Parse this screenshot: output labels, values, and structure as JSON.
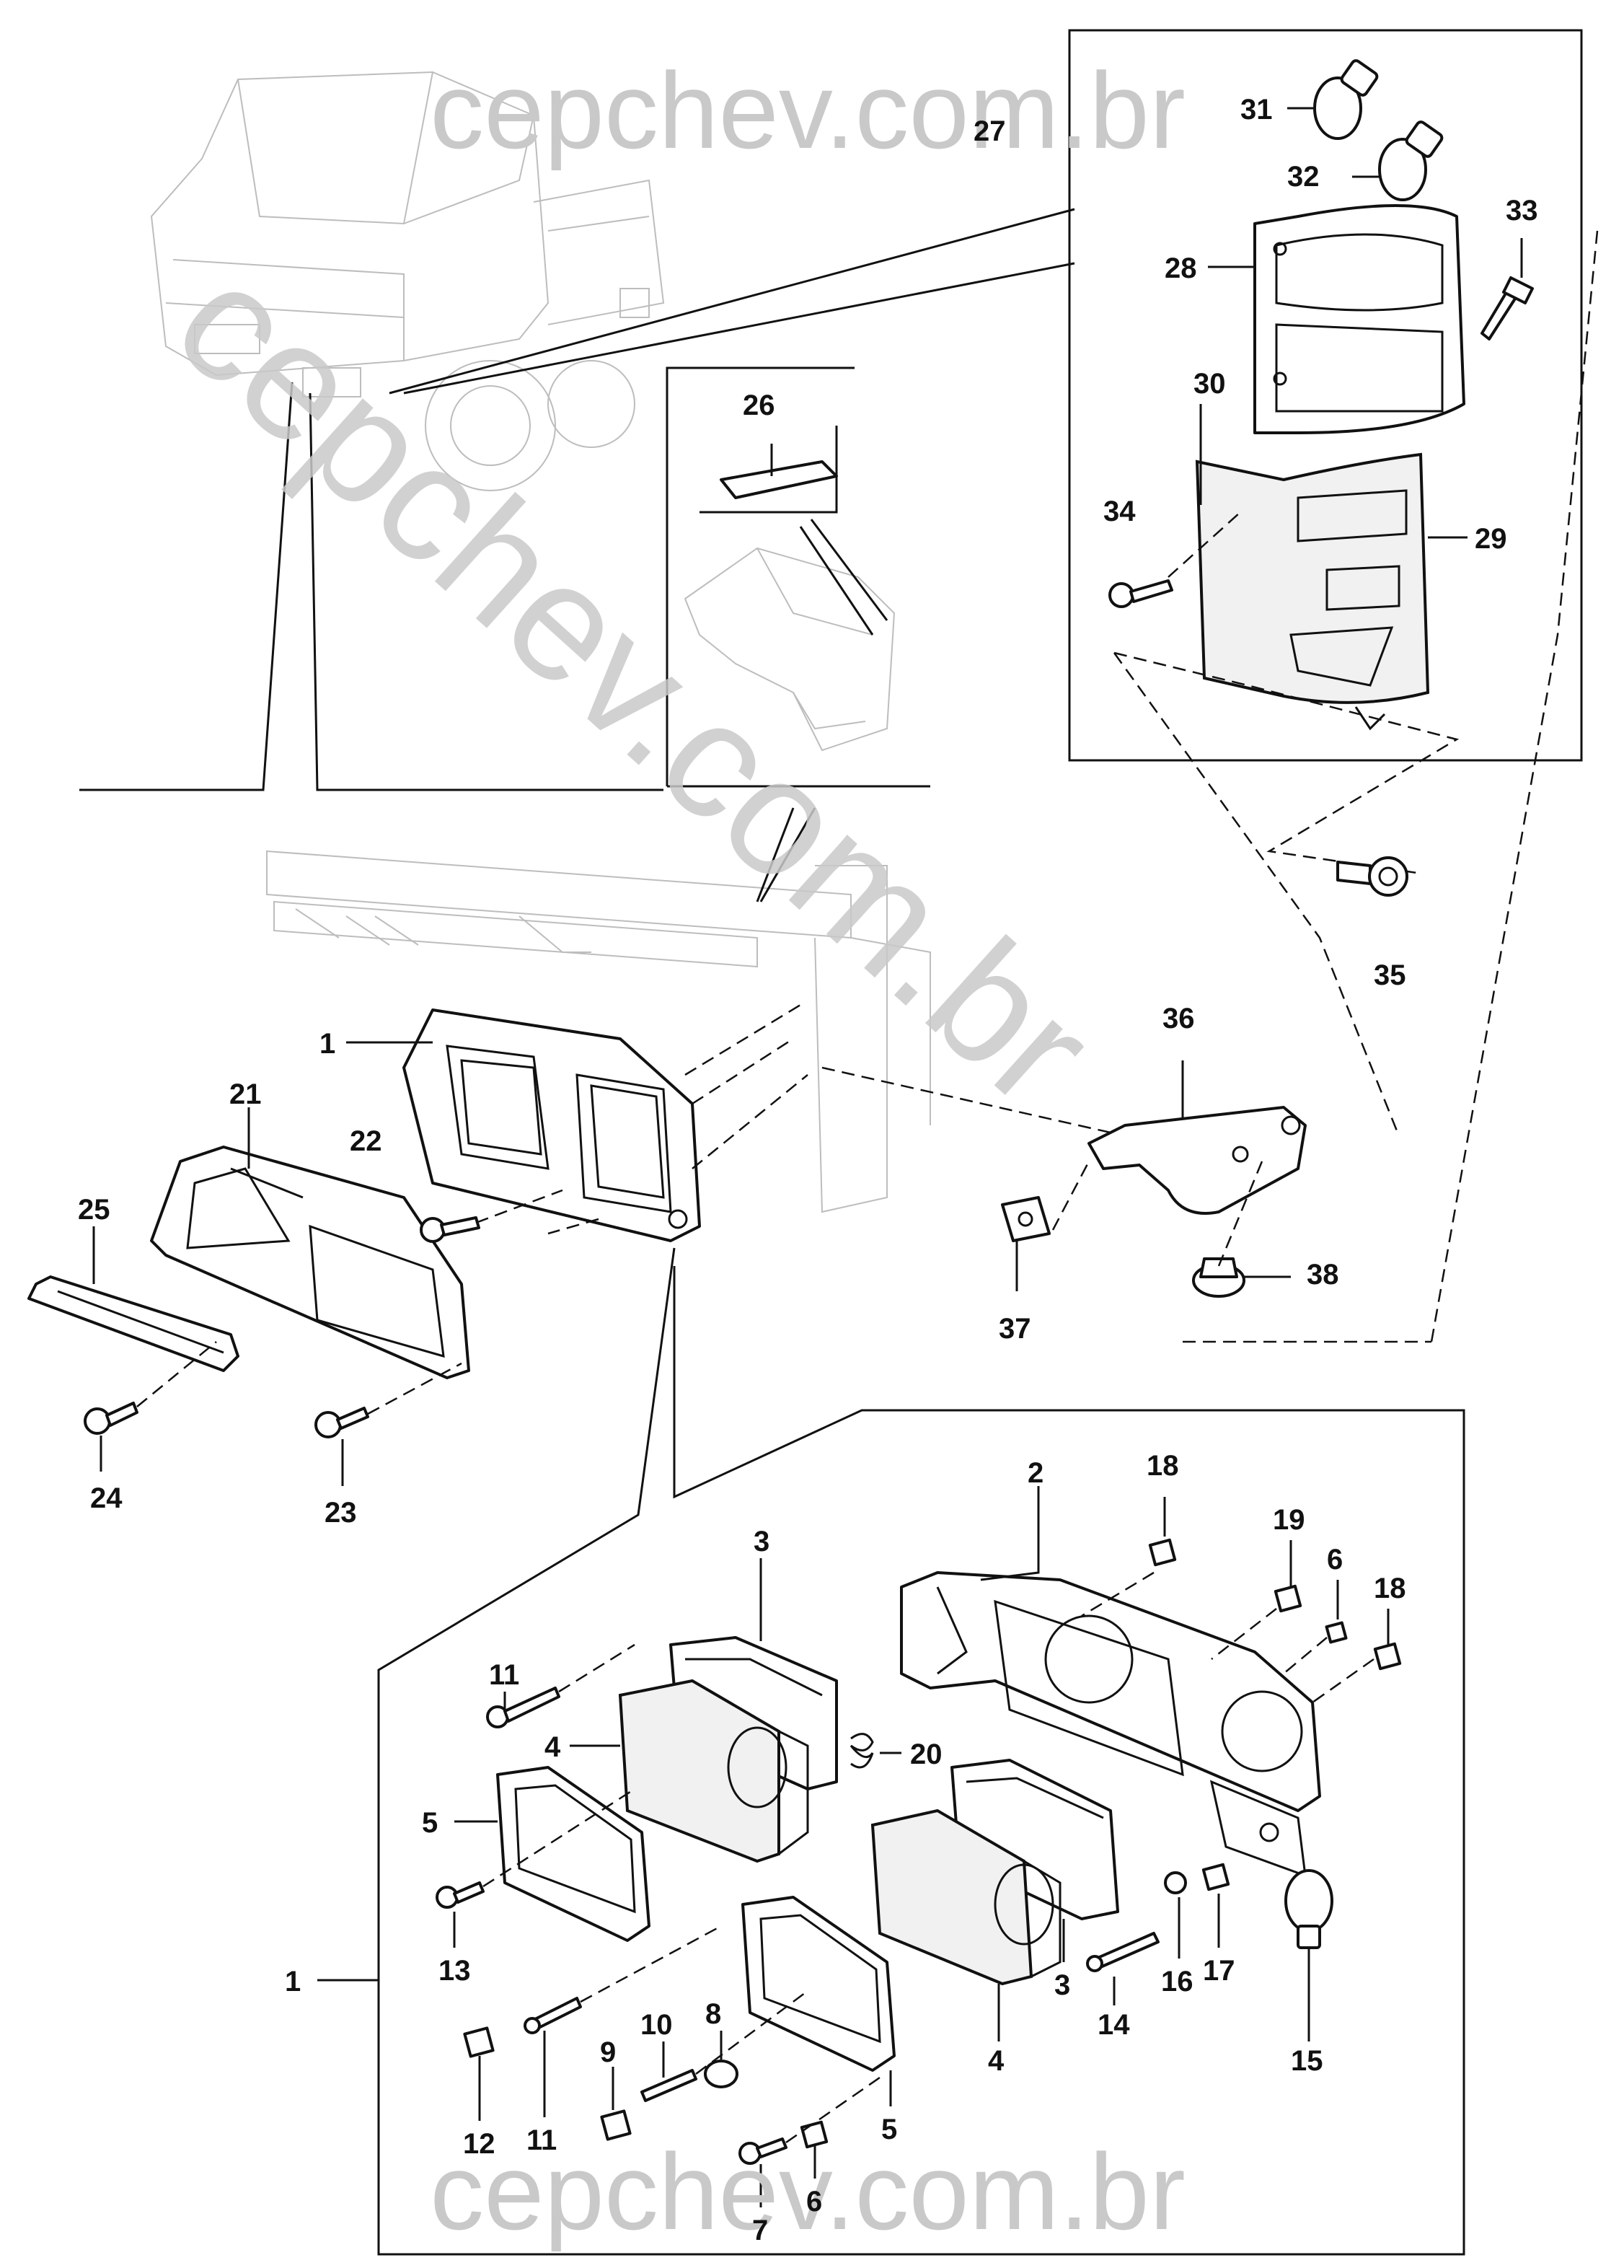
{
  "watermark": {
    "top": "cepchev.com.br",
    "diagonal": "cepchev.com.br",
    "bottom": "cepchev.com.br"
  },
  "callouts": [
    "1",
    "2",
    "3",
    "4",
    "5",
    "6",
    "7",
    "8",
    "9",
    "10",
    "11",
    "12",
    "13",
    "14",
    "15",
    "16",
    "17",
    "18",
    "19",
    "20",
    "21",
    "22",
    "23",
    "24",
    "25",
    "26",
    "27",
    "28",
    "29",
    "30",
    "31",
    "32",
    "33",
    "34",
    "35",
    "36",
    "37",
    "38"
  ],
  "colors": {
    "line": "#111111",
    "watermark": "#c9c9c9",
    "ghost": "#bdbdbd"
  }
}
